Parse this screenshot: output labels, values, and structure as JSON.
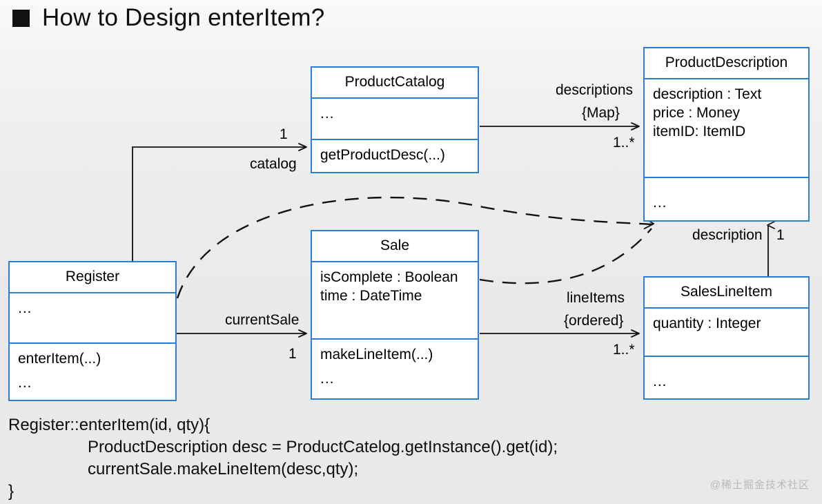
{
  "slide": {
    "title": "How to Design enterItem?",
    "bullet_icon": "filled-square-bullet-icon",
    "watermark": "@稀土掘金技术社区",
    "colors": {
      "class_border": "#2a7fd4",
      "class_fill": "#ffffff",
      "background": "#eaeaea",
      "connector": "#111111",
      "text": "#000000"
    }
  },
  "classes": {
    "register": {
      "name": "Register",
      "attributes": [
        "..."
      ],
      "operations": [
        "enterItem(...)",
        "..."
      ]
    },
    "product_catalog": {
      "name": "ProductCatalog",
      "attributes": [
        "..."
      ],
      "operations": [
        "getProductDesc(...)"
      ]
    },
    "product_description": {
      "name": "ProductDescription",
      "attributes": [
        "description : Text",
        "price : Money",
        "itemID: ItemID"
      ],
      "operations": [
        "..."
      ]
    },
    "sale": {
      "name": "Sale",
      "attributes": [
        "isComplete : Boolean",
        "time : DateTime"
      ],
      "operations": [
        "makeLineItem(...)",
        "..."
      ]
    },
    "sales_line_item": {
      "name": "SalesLineItem",
      "attributes": [
        "quantity : Integer"
      ],
      "operations": [
        "..."
      ]
    }
  },
  "associations": {
    "register_catalog": {
      "role": "catalog",
      "multiplicity": "1"
    },
    "catalog_descriptions": {
      "role": "descriptions",
      "constraint": "{Map}",
      "multiplicity": "1..*"
    },
    "register_sale": {
      "role": "currentSale",
      "multiplicity": "1"
    },
    "sale_lineitems": {
      "role": "lineItems",
      "constraint": "{ordered}",
      "multiplicity": "1..*"
    },
    "lineitem_description": {
      "role": "description",
      "multiplicity": "1"
    }
  },
  "code": {
    "lines": [
      "Register::enterItem(id, qty){",
      "ProductDescription desc = ProductCatelog.getInstance().get(id);",
      "currentSale.makeLineItem(desc,qty);",
      "}"
    ]
  }
}
